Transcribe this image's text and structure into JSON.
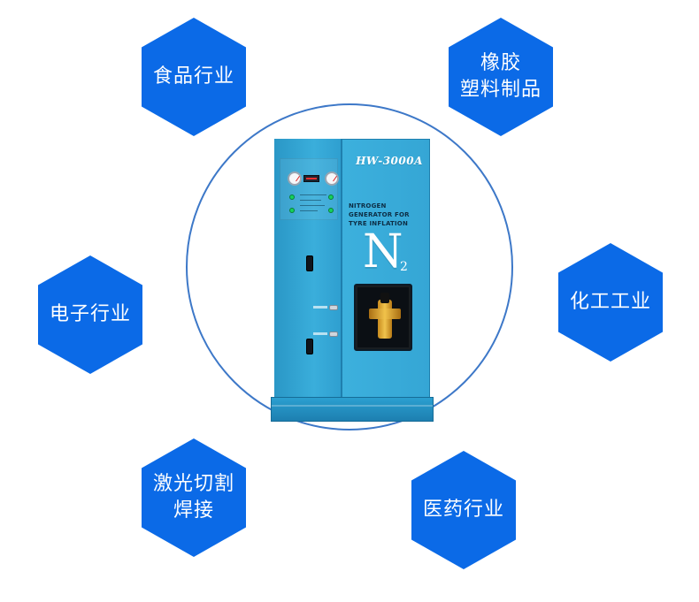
{
  "industries": [
    {
      "id": "food",
      "label": "食品行业"
    },
    {
      "id": "rubber",
      "label": "橡胶\n塑料制品"
    },
    {
      "id": "electronics",
      "label": "电子行业"
    },
    {
      "id": "chemical",
      "label": "化工工业"
    },
    {
      "id": "laser",
      "label": "激光切割\n焊接"
    },
    {
      "id": "medical",
      "label": "医药行业"
    }
  ],
  "machine": {
    "model": "HW-3000A",
    "description": "NITROGEN GENERATOR FOR\nTYRE INFLATION",
    "n2_main": "N",
    "n2_sub": "2"
  },
  "colors": {
    "hex_blue": "#0b6ae7",
    "ring_blue": "#3d78c8",
    "machine_blue": "#35a6d5"
  }
}
